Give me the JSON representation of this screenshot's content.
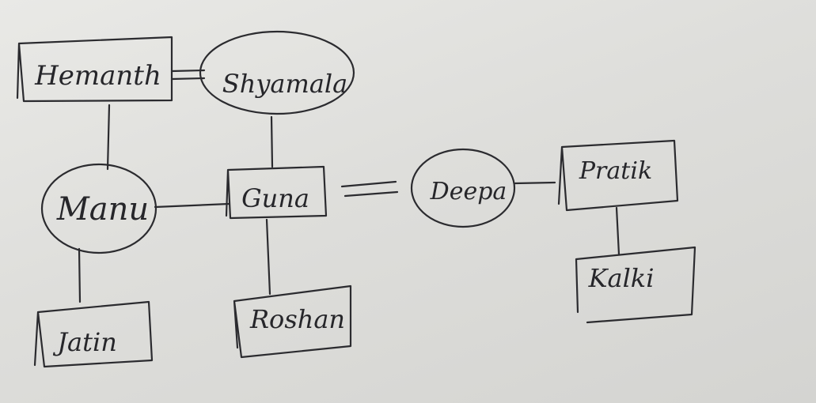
{
  "nodes": {
    "hemanth": {
      "label": "Hemanth",
      "shape": "rectangle"
    },
    "shyamala": {
      "label": "Shyamala",
      "shape": "ellipse"
    },
    "manu": {
      "label": "Manu",
      "shape": "ellipse"
    },
    "guna": {
      "label": "Guna",
      "shape": "rectangle"
    },
    "deepa": {
      "label": "Deepa",
      "shape": "ellipse"
    },
    "pratik": {
      "label": "Pratik",
      "shape": "rectangle"
    },
    "jatin": {
      "label": "Jatin",
      "shape": "rectangle"
    },
    "roshan": {
      "label": "Roshan",
      "shape": "rectangle"
    },
    "kalki": {
      "label": "Kalki",
      "shape": "rectangle"
    }
  },
  "edges": [
    {
      "from": "hemanth",
      "to": "shyamala",
      "type": "marriage"
    },
    {
      "from": "hemanth",
      "to": "manu",
      "type": "parent-child"
    },
    {
      "from": "shyamala",
      "to": "guna",
      "type": "parent-child"
    },
    {
      "from": "manu",
      "to": "guna",
      "type": "sibling"
    },
    {
      "from": "guna",
      "to": "deepa",
      "type": "marriage"
    },
    {
      "from": "deepa",
      "to": "pratik",
      "type": "sibling"
    },
    {
      "from": "manu",
      "to": "jatin",
      "type": "parent-child"
    },
    {
      "from": "guna",
      "to": "roshan",
      "type": "parent-child"
    },
    {
      "from": "pratik",
      "to": "kalki",
      "type": "parent-child"
    }
  ],
  "colors": {
    "ink": "#2b2b2f",
    "paper": "#e3e3e0"
  }
}
